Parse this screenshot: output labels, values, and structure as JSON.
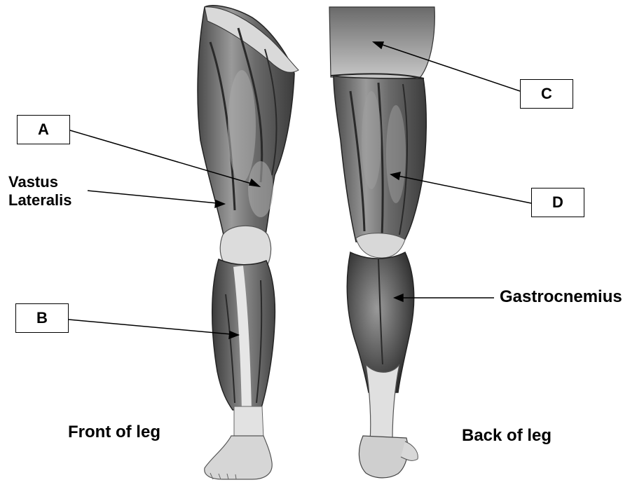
{
  "figure": {
    "panels": [
      {
        "id": "front",
        "caption": "Front of leg"
      },
      {
        "id": "back",
        "caption": "Back of leg"
      }
    ],
    "blank_labels": [
      "A",
      "B",
      "C",
      "D"
    ],
    "named_labels": {
      "vastus_line1": "Vastus",
      "vastus_line2": "Lateralis",
      "gastrocnemius": "Gastrocnemius"
    },
    "colors": {
      "background": "#ffffff",
      "muscle_dark": "#3f3f3f",
      "muscle_mid": "#8a8a8a",
      "muscle_light": "#cfcfcf",
      "tendon": "#e6e6e6",
      "ink": "#000000"
    }
  }
}
